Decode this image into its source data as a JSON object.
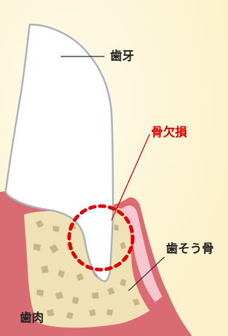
{
  "labels": {
    "tooth": "歯牙",
    "bone_defect": "骨欠損",
    "alveolar_bone": "歯そう骨",
    "gingiva": "歯肉"
  },
  "colors": {
    "background": "#fdf6dc",
    "tooth": "#ffffff",
    "tooth_outline": "#a9b2bb",
    "gum": "#d96b72",
    "bone": "#efe2b6",
    "bone_spots": "#c9b488",
    "ligament": "#f7c6cf",
    "defect_highlight": "#e00000",
    "text": "#222222"
  }
}
